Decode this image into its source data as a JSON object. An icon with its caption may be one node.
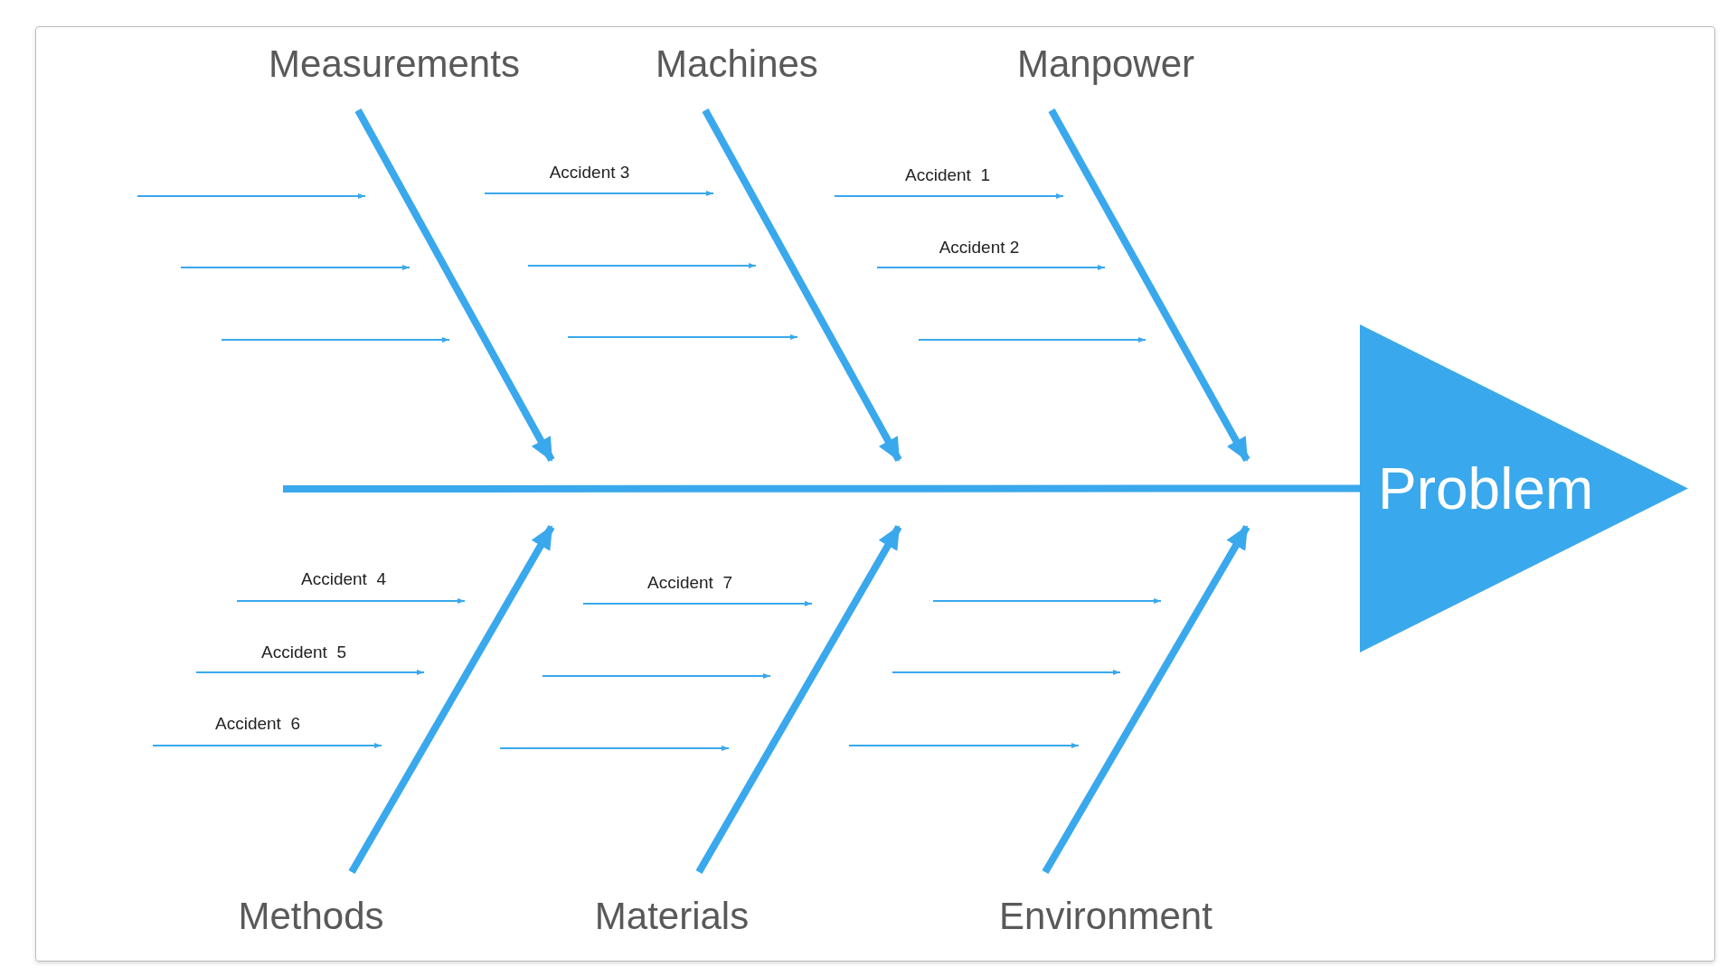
{
  "diagram": {
    "nodes": [
      {
        "text": [
          "Measurements"
        ]
      },
      {
        "text": [
          "Machines"
        ]
      },
      {
        "text": [
          "Manpower"
        ]
      },
      {
        "text": [
          "Methods"
        ]
      },
      {
        "text": [
          "Materials"
        ]
      },
      {
        "text": [
          "Environment"
        ]
      },
      {
        "text": [
          "Problem"
        ]
      }
    ],
    "edges": [
      {
        "from": null,
        "to": 6,
        "arrow": "none"
      },
      {
        "from": 0,
        "to": null,
        "arrow": "to"
      },
      {
        "from": 1,
        "to": null,
        "arrow": "to"
      },
      {
        "from": 2,
        "to": null,
        "arrow": "to"
      },
      {
        "from": 3,
        "to": null,
        "arrow": "to"
      },
      {
        "from": 4,
        "to": null,
        "arrow": "to"
      },
      {
        "from": 5,
        "to": null,
        "arrow": "to"
      }
    ],
    "labels": [
      "Accident 3",
      "Accident  1",
      "Accident 2",
      "Accident  4",
      "Accident  7",
      "Accident  5",
      "Accident  6"
    ]
  }
}
